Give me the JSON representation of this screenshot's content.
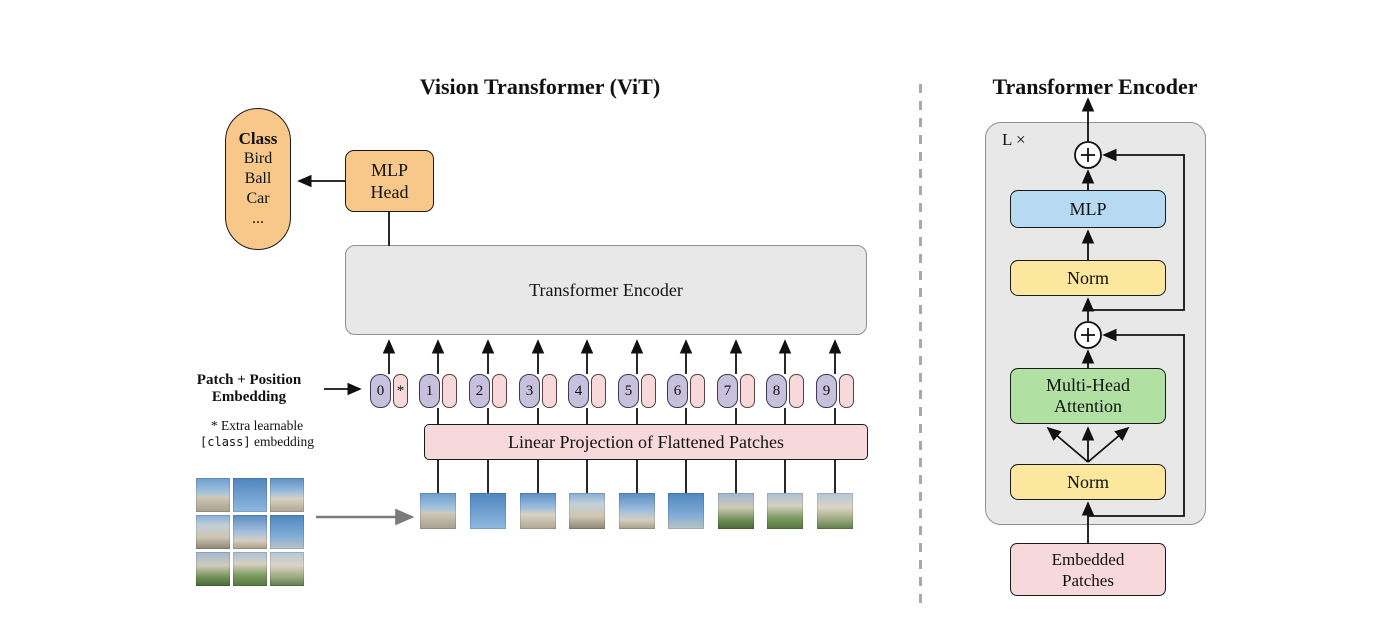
{
  "colors": {
    "orange": "#F7C88A",
    "purple_token": "#C8C1DD",
    "pink": "#F8D9DB",
    "blue": "#B5DAF2",
    "yellow": "#FBE79E",
    "green": "#B0E0A2",
    "gray_panel": "#E8E8E8"
  },
  "left": {
    "title": "Vision Transformer (ViT)",
    "class_pill": {
      "header": "Class",
      "items": "Bird\nBall\nCar\n..."
    },
    "mlp_head_label": "MLP\nHead",
    "encoder_label": "Transformer Encoder",
    "patch_position_label": "Patch + Position\nEmbedding",
    "note_line1": "* Extra learnable",
    "note_code": "[class]",
    "note_rest": " embedding",
    "class_token_star": "*",
    "tokens": [
      "0",
      "1",
      "2",
      "3",
      "4",
      "5",
      "6",
      "7",
      "8",
      "9"
    ],
    "linear_projection_label": "Linear Projection of Flattened Patches"
  },
  "right": {
    "title": "Transformer Encoder",
    "repeat_label": "L ×",
    "mlp_label": "MLP",
    "norm_top_label": "Norm",
    "mha_label": "Multi-Head\nAttention",
    "norm_bottom_label": "Norm",
    "embedded_label": "Embedded\nPatches"
  }
}
